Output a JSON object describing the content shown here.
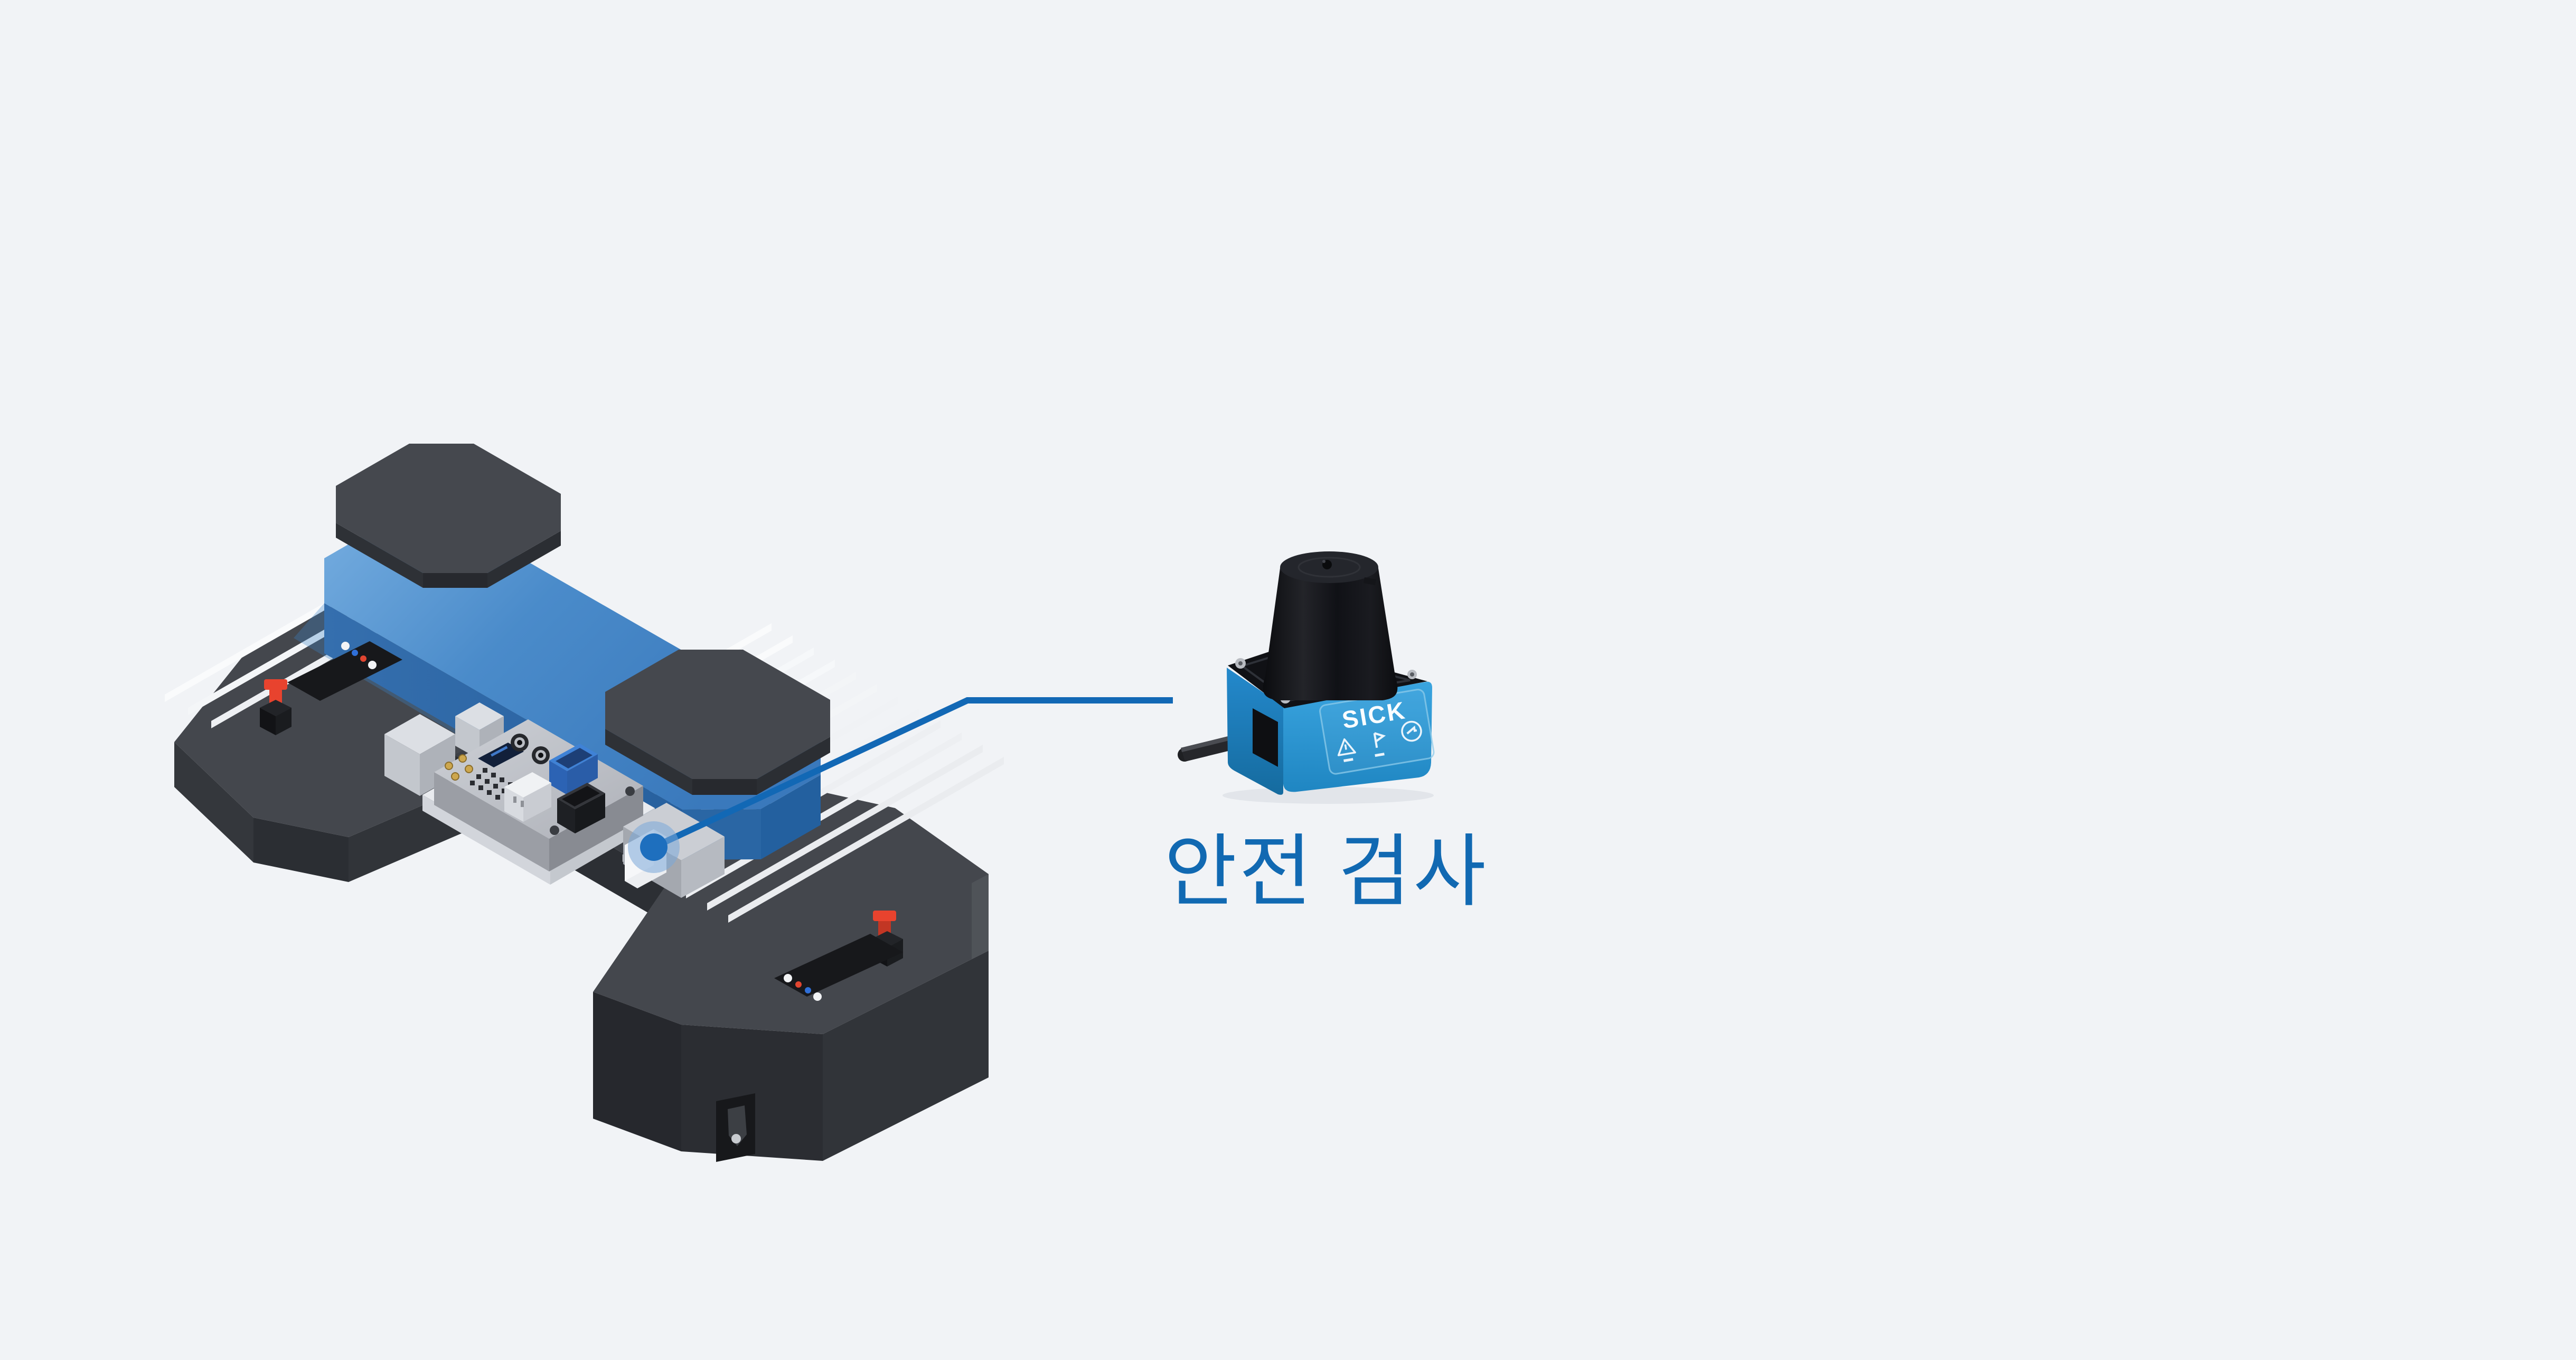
{
  "scene": {
    "background_color": "#f1f3f6",
    "kind": "product-illustration"
  },
  "callout": {
    "label": "안전 검사",
    "text_color": "#1169b2",
    "line_color": "#1268b5",
    "marker_halo_color": "#7aa7d8"
  },
  "sensor": {
    "brand": "SICK",
    "device": "safety-laser-scanner",
    "body_color": "#2f9cd9",
    "cone_color": "#16171c",
    "indicator_icons": [
      "warning-triangle-icon",
      "flag-arrow-icon",
      "reset-circle-icon"
    ]
  },
  "agv": {
    "chassis_top_color": "#43464b",
    "chassis_side_color": "#2c2f34",
    "cover_plate_color": "#3d7fc2",
    "pad_color": "#42454b",
    "fin_color": "#fafbfc",
    "estop_color": "#e8432e",
    "marker_color": "#1e6fbe",
    "led_colors": [
      "#f2f3f5",
      "#2f6fd8",
      "#e04530",
      "#f2f3f5"
    ],
    "parts": [
      "top-cover-pads",
      "cover-plate",
      "cooling-fins",
      "chassis-base",
      "emergency-stop-buttons",
      "status-leds",
      "motor-controller",
      "drive-motor",
      "caster-bracket",
      "sensor-mount-marker"
    ]
  }
}
